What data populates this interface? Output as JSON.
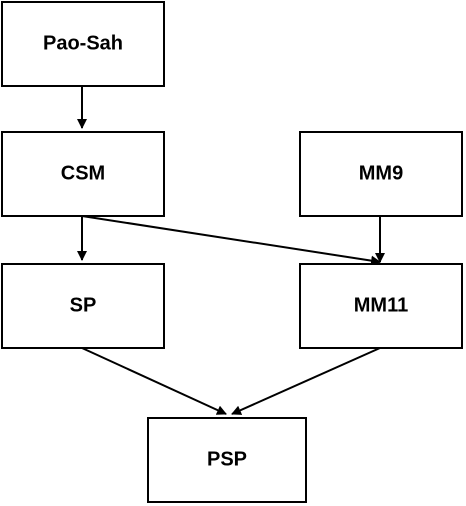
{
  "nodes": {
    "pao_sah": "Pao-Sah",
    "csm": "CSM",
    "mm9": "MM9",
    "sp": "SP",
    "mm11": "MM11",
    "psp": "PSP"
  }
}
